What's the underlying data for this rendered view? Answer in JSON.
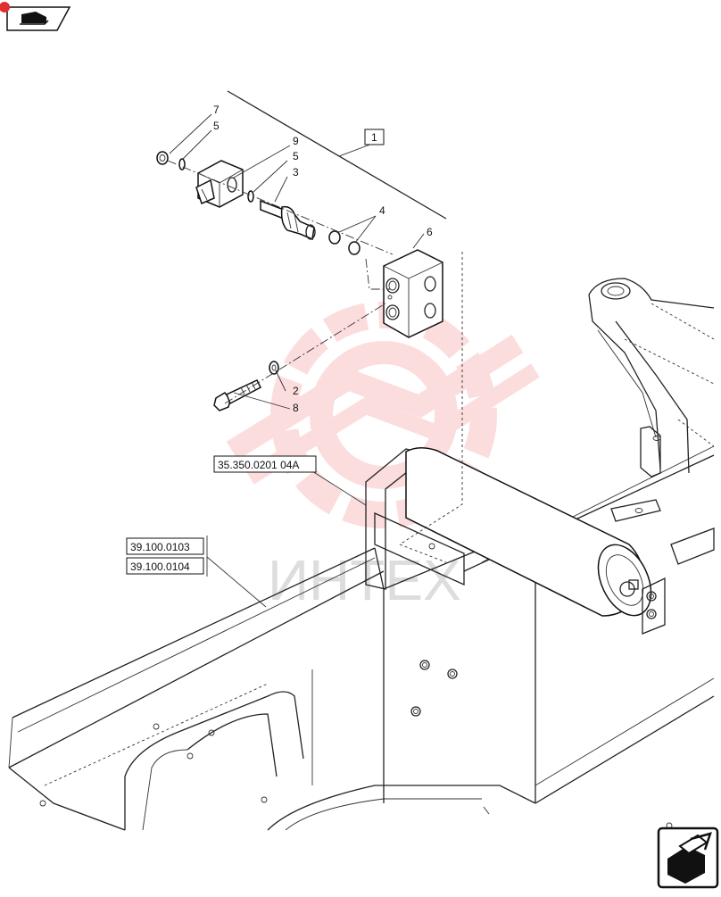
{
  "callouts": {
    "c7": "7",
    "c5a": "5",
    "c9": "9",
    "c5b": "5",
    "c3": "3",
    "c4": "4",
    "c1": "1",
    "c6": "6",
    "c2": "2",
    "c8": "8"
  },
  "references": {
    "ref_35": "35.350.0201 04A",
    "ref_39a": "39.100.0103",
    "ref_39b": "39.100.0104"
  },
  "watermark": {
    "text": "ИНТЕХ",
    "color": "#f26a6a"
  },
  "icons": {
    "top_left": "book-hand-icon",
    "bottom_right": "next-page-arrow-icon"
  }
}
